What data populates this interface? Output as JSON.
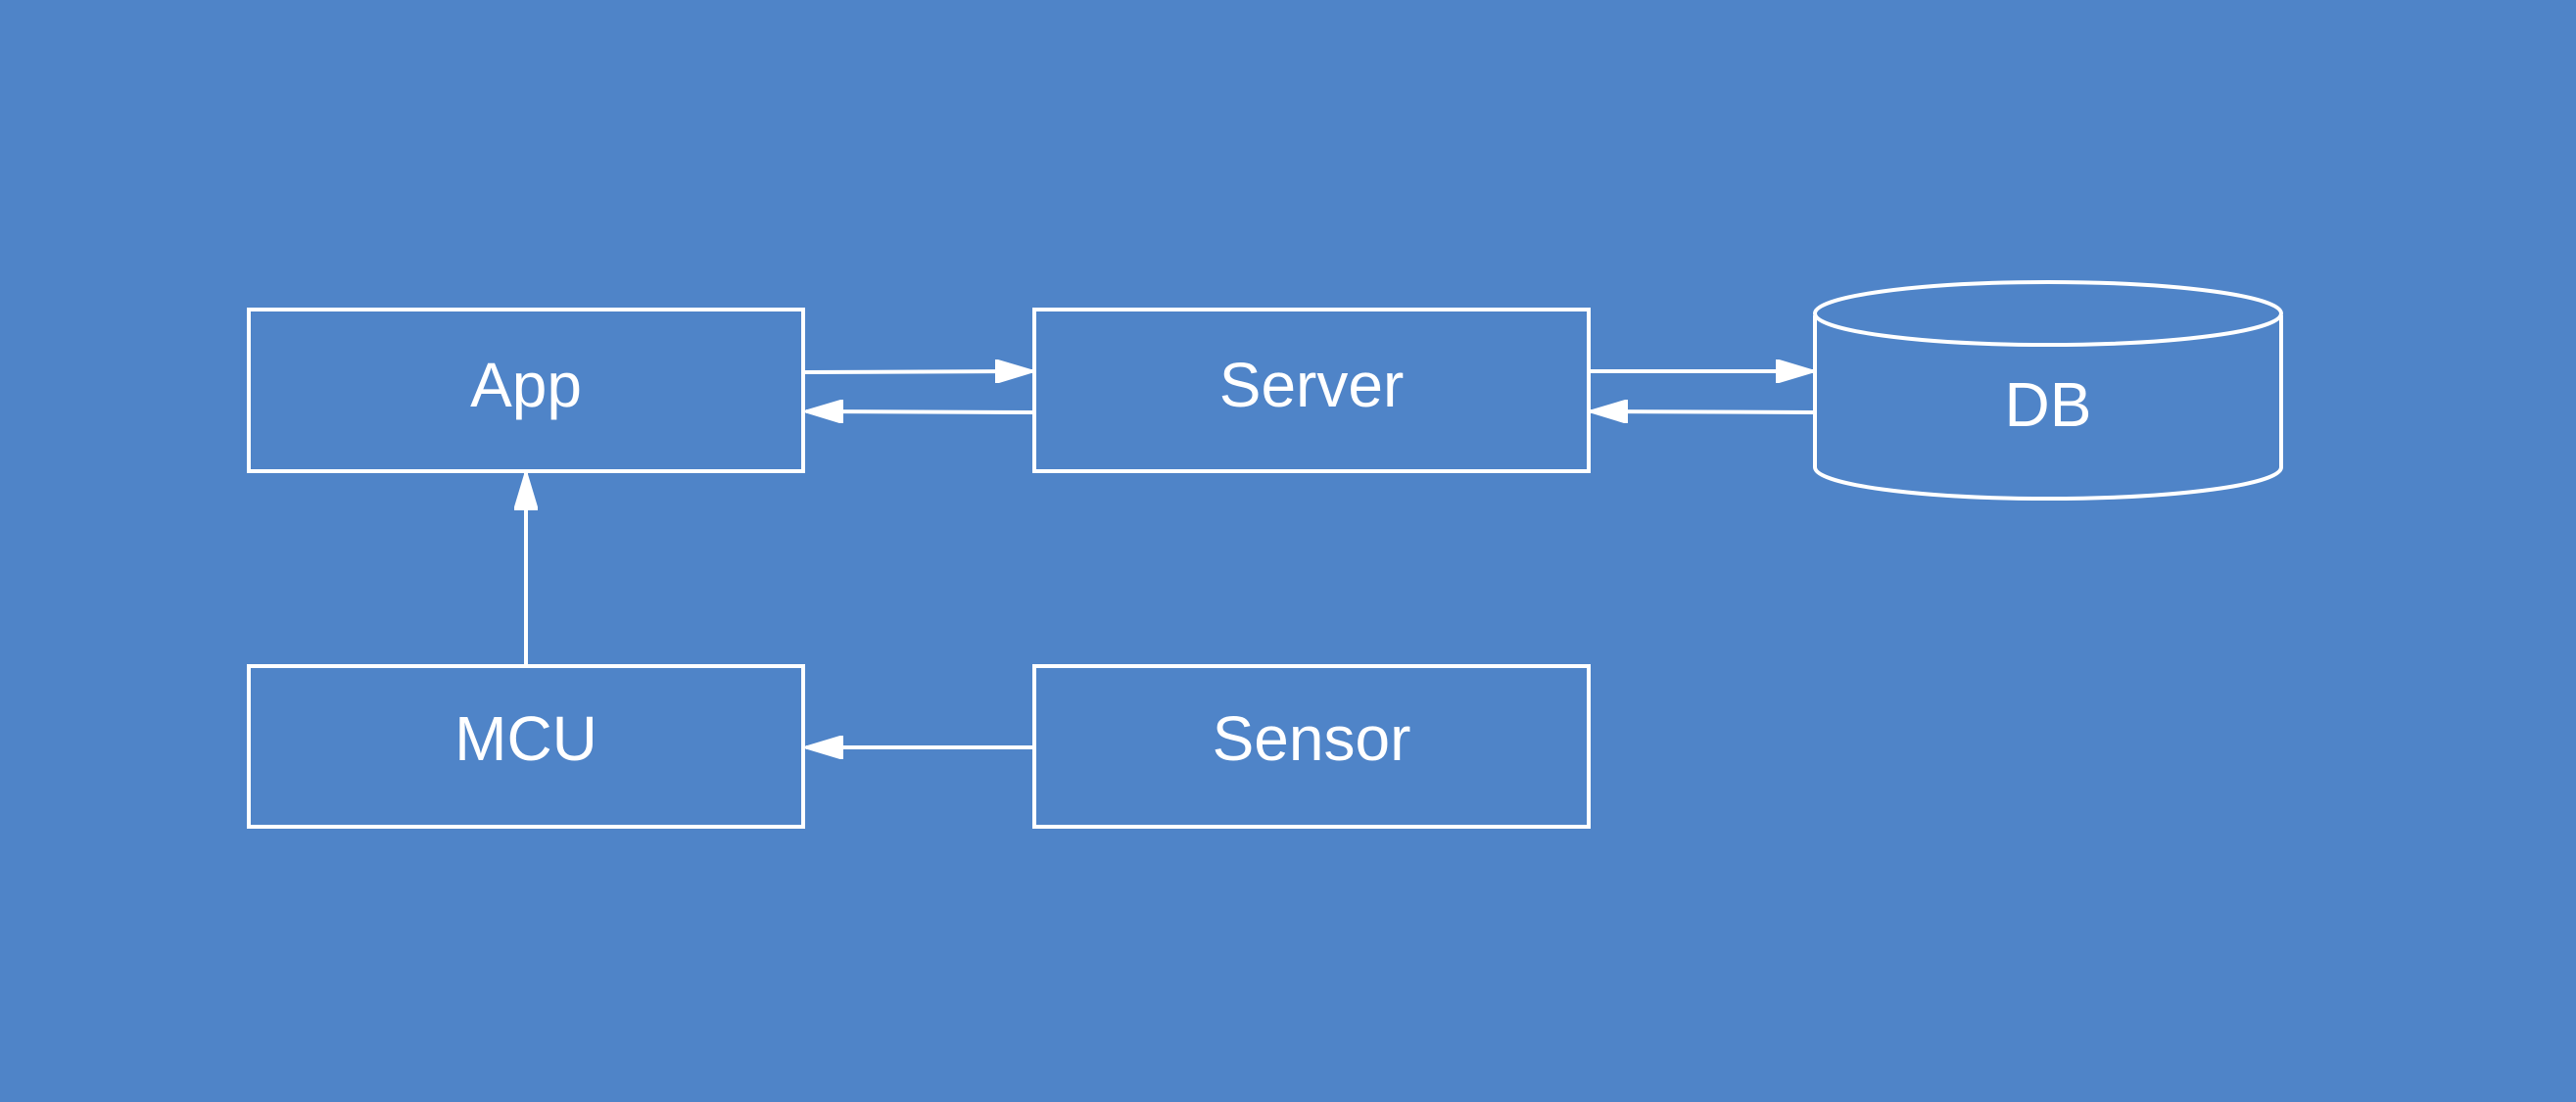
{
  "theme": {
    "background": "#4f84c8",
    "stroke": "#ffffff",
    "text": "#ffffff"
  },
  "nodes": {
    "app": {
      "label": "App",
      "shape": "rectangle"
    },
    "server": {
      "label": "Server",
      "shape": "rectangle"
    },
    "db": {
      "label": "DB",
      "shape": "cylinder"
    },
    "mcu": {
      "label": "MCU",
      "shape": "rectangle"
    },
    "sensor": {
      "label": "Sensor",
      "shape": "rectangle"
    }
  },
  "edges": [
    {
      "from": "App",
      "to": "Server"
    },
    {
      "from": "Server",
      "to": "App"
    },
    {
      "from": "Server",
      "to": "DB"
    },
    {
      "from": "DB",
      "to": "Server"
    },
    {
      "from": "MCU",
      "to": "App"
    },
    {
      "from": "Sensor",
      "to": "MCU"
    }
  ]
}
